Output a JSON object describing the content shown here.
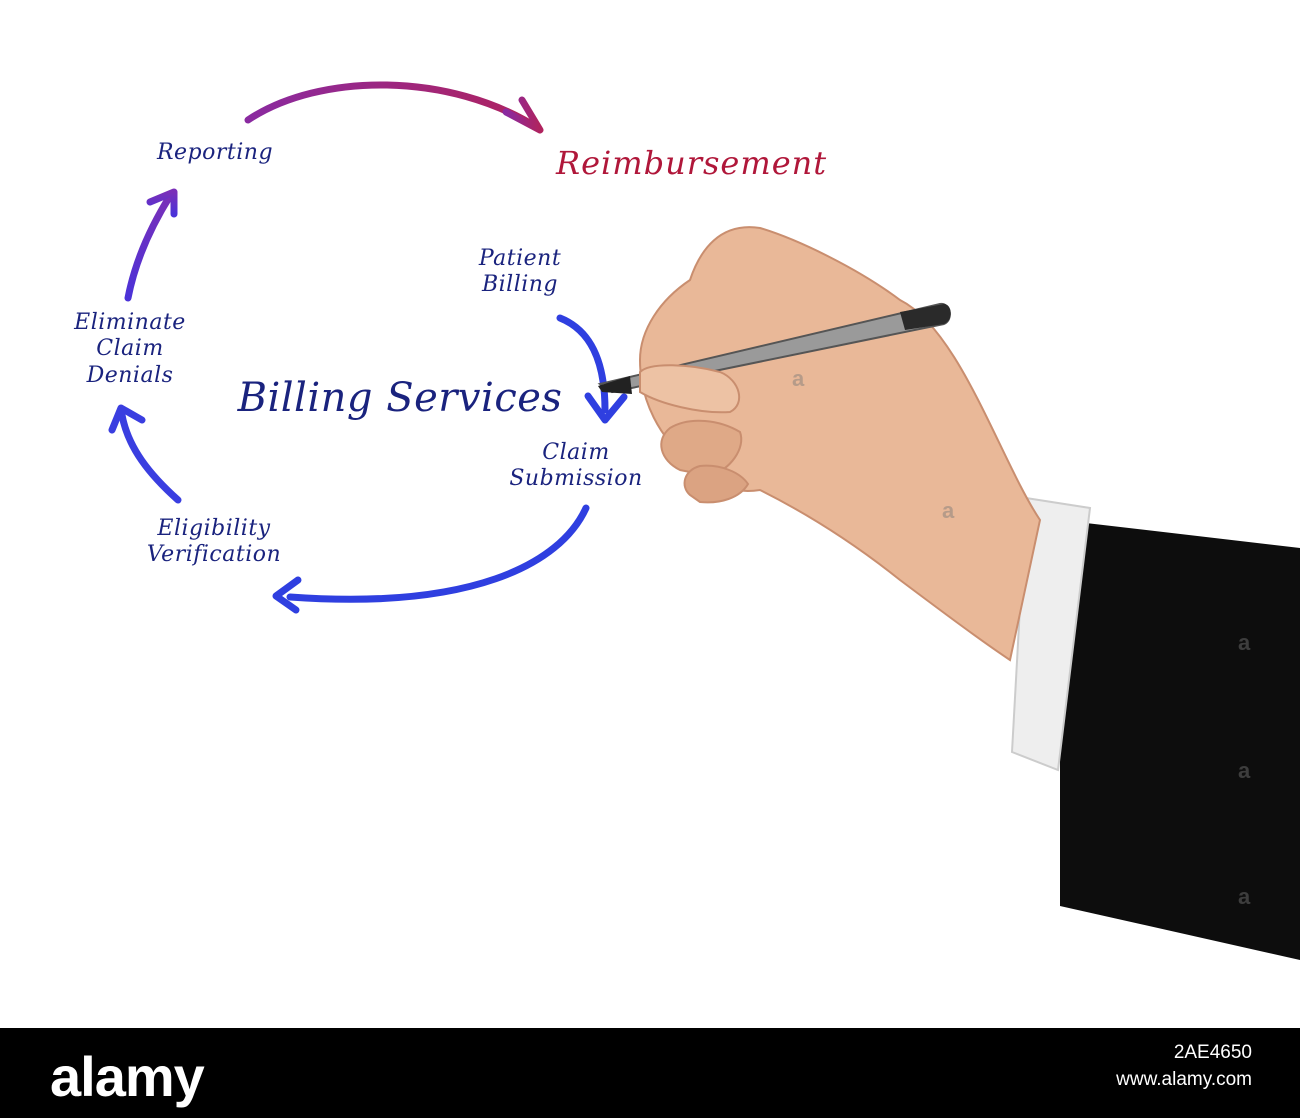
{
  "diagram": {
    "title": "Billing Services",
    "goal": "Reimbursement",
    "nodes": {
      "patient_billing": [
        "Patient",
        "Billing"
      ],
      "claim_submission": [
        "Claim",
        "Submission"
      ],
      "eligibility_verification": [
        "Eligibility",
        "Verification"
      ],
      "eliminate_claim_denials": [
        "Eliminate",
        "Claim",
        "Denials"
      ],
      "reporting": "Reporting"
    },
    "colors": {
      "text": "#1a237e",
      "goal_text": "#b0173a",
      "arrow_blue": "#2f3fe0",
      "arrow_violet": "#6a2fc0",
      "arrow_magenta": "#a12875"
    }
  },
  "watermark": "a",
  "footer": {
    "logo": "alamy",
    "image_id": "2AE4650",
    "url": "www.alamy.com"
  }
}
